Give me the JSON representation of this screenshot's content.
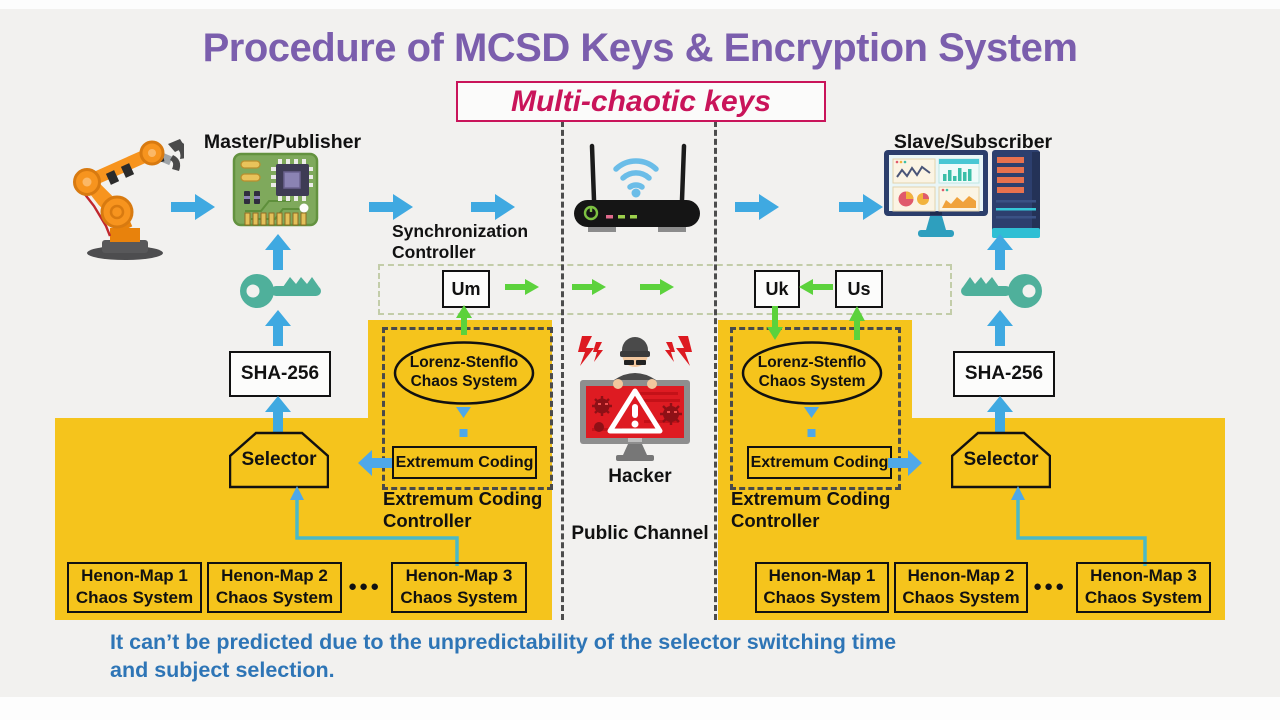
{
  "title": "Procedure of MCSD Keys & Encryption System",
  "subtitle": "Multi-chaotic keys",
  "labels": {
    "master": "Master/Publisher",
    "slave": "Slave/Subscriber",
    "sync1": "Synchronization",
    "sync2": "Controller",
    "hacker": "Hacker",
    "public_channel": "Public Channel"
  },
  "channel_band": {
    "um": "Um",
    "uk": "Uk",
    "us": "Us"
  },
  "left_side": {
    "sha": "SHA-256",
    "selector": "Selector",
    "lorenz1": "Lorenz-Stenflo",
    "lorenz2": "Chaos System",
    "extremum_box": "Extremum Coding",
    "controller1": "Extremum Coding",
    "controller2": "Controller",
    "henon1a": "Henon-Map 1",
    "henon1b": "Chaos System",
    "henon2a": "Henon-Map 2",
    "henon2b": "Chaos System",
    "henon3a": "Henon-Map 3",
    "henon3b": "Chaos System",
    "dots": "●●●"
  },
  "right_side": {
    "sha": "SHA-256",
    "selector": "Selector",
    "lorenz1": "Lorenz-Stenflo",
    "lorenz2": "Chaos System",
    "extremum_box": "Extremum Coding",
    "controller1": "Extremum Coding",
    "controller2": "Controller",
    "henon1a": "Henon-Map 1",
    "henon1b": "Chaos System",
    "henon2a": "Henon-Map 2",
    "henon2b": "Chaos System",
    "henon3a": "Henon-Map 3",
    "henon3b": "Chaos System",
    "dots": "●●●"
  },
  "footer": {
    "line1": "It can’t be predicted due to the unpredictability of the selector switching time",
    "line2": "and subject selection."
  },
  "colors": {
    "yellow": "#F5C41C",
    "title_purple": "#7B5EAD",
    "crimson": "#C9145A",
    "arrow_blue": "#3FA9E1",
    "arrow_green": "#5CD23C",
    "line_teal": "#4BB9C6",
    "key_teal": "#4FB09B",
    "footer_blue": "#2E75B6",
    "dash_dark": "#4D4D4D"
  }
}
